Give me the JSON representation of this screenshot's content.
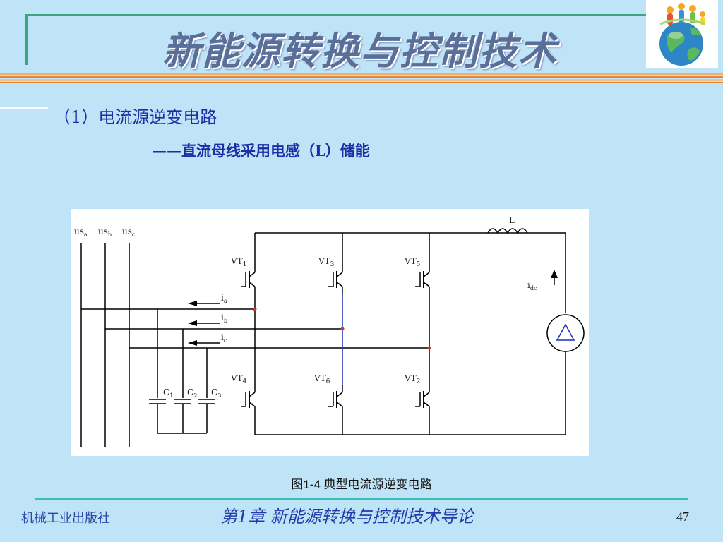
{
  "header": {
    "title": "新能源转换与控制技术"
  },
  "section": {
    "heading": "（1）电流源逆变电路",
    "subheading": "——直流母线采用电感（L）储能"
  },
  "figure": {
    "caption": "图1-4 典型电流源逆变电路",
    "labels": {
      "usa": "us",
      "usa_sub": "a",
      "usb": "us",
      "usb_sub": "b",
      "usc": "us",
      "usc_sub": "c",
      "vt1": "VT",
      "vt1_sub": "1",
      "vt3": "VT",
      "vt3_sub": "3",
      "vt5": "VT",
      "vt5_sub": "5",
      "vt4": "VT",
      "vt4_sub": "4",
      "vt6": "VT",
      "vt6_sub": "6",
      "vt2": "VT",
      "vt2_sub": "2",
      "ia": "i",
      "ia_sub": "a",
      "ib": "i",
      "ib_sub": "b",
      "ic": "i",
      "ic_sub": "c",
      "c1": "C",
      "c1_sub": "1",
      "c2": "C",
      "c2_sub": "2",
      "c3": "C",
      "c3_sub": "3",
      "inductor": "L",
      "idc": "i",
      "idc_sub": "dc"
    }
  },
  "footer": {
    "publisher": "机械工业出版社",
    "chapter": "第1章  新能源转换与控制技术导论",
    "page": "47"
  }
}
